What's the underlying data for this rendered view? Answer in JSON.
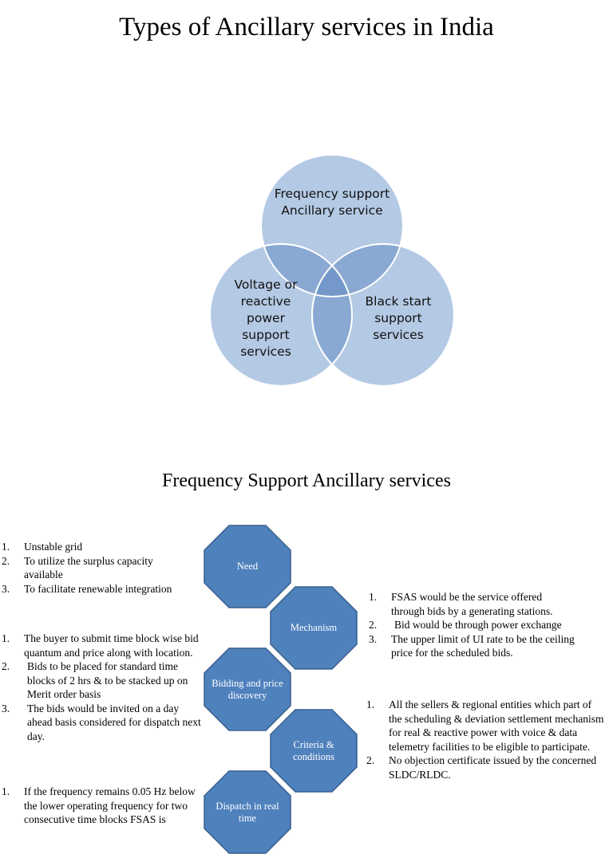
{
  "slide1": {
    "title": "Types of Ancillary services in India",
    "venn": {
      "top": "Frequency support Ancillary service",
      "left": "Voltage or reactive power support services",
      "right": "Black start support services",
      "circle_color": "#a7bfdf",
      "circle_stroke": "#ffffff"
    }
  },
  "slide2": {
    "title": "Frequency Support Ancillary services",
    "octagon_color": "#4f81bd",
    "octagon_stroke": "#395f8e",
    "steps": [
      "Need",
      "Mechanism",
      "Bidding and price discovery",
      "Criteria & conditions",
      "Dispatch in real time"
    ],
    "need_items": [
      {
        "num": "1.",
        "text": "Unstable grid"
      },
      {
        "num": "2.",
        "text": "To utilize the surplus capacity available"
      },
      {
        "num": "3.",
        "text": "To facilitate renewable integration"
      }
    ],
    "bidding_items": [
      {
        "num": "1.",
        "text": "The buyer to submit time block wise bid quantum and price along with location."
      },
      {
        "num": "2.",
        "text": "Bids to be placed for standard time blocks of 2 hrs & to be stacked up on Merit order basis"
      },
      {
        "num": "3.",
        "text": "The bids would be invited on a day ahead basis considered for dispatch next day."
      }
    ],
    "dispatch_items": [
      {
        "num": "1.",
        "text": "If the frequency remains 0.05 Hz below the lower operating frequency for two consecutive time blocks FSAS is"
      }
    ],
    "mechanism_items": [
      {
        "num": "1.",
        "text": "FSAS would be the service offered through bids by a generating stations."
      },
      {
        "num": "2.",
        "text": "Bid would be through power exchange"
      },
      {
        "num": "3.",
        "text": "The upper limit of UI rate to be the ceiling price for the scheduled bids."
      }
    ],
    "criteria_items": [
      {
        "num": "1.",
        "text": "All the sellers & regional entities which part of the scheduling & deviation settlement mechanism for real & reactive power with voice & data telemetry facilities to be eligible to participate."
      },
      {
        "num": "2.",
        "text": "No objection certificate issued by the concerned SLDC/RLDC."
      }
    ]
  }
}
